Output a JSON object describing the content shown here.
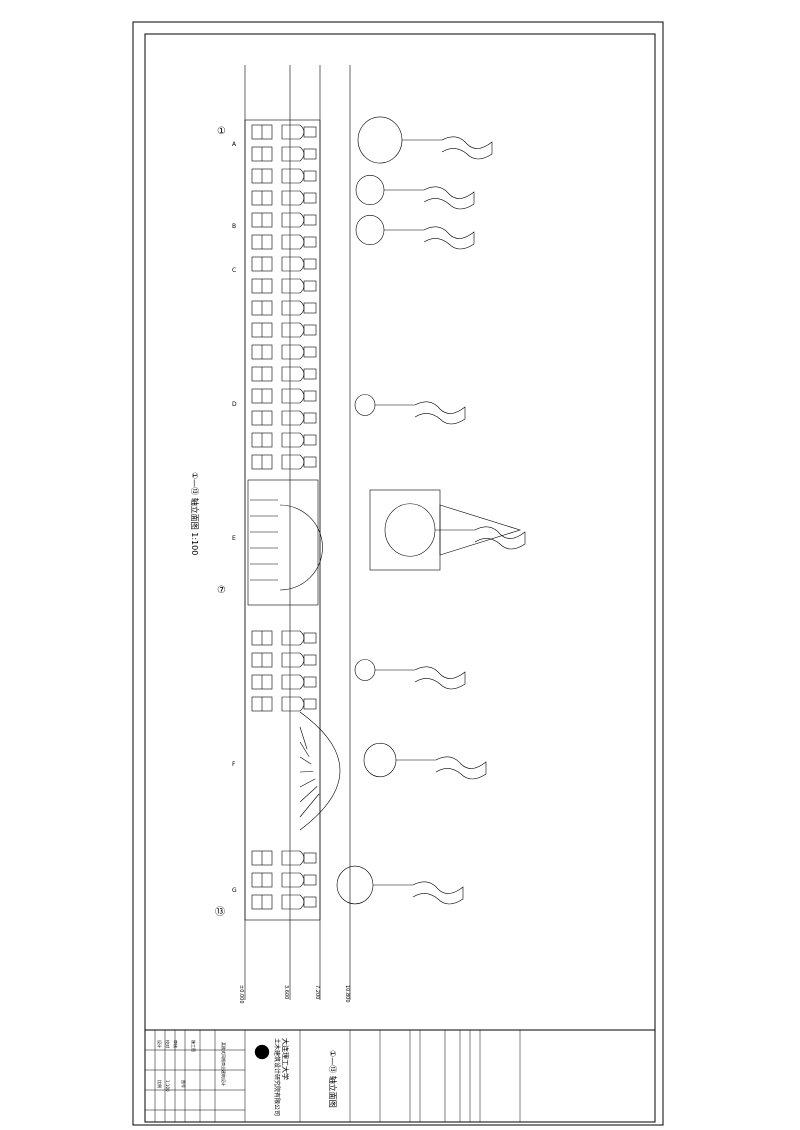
{
  "drawing": {
    "title": "①—⑬ 轴立面图 1:100",
    "axis_start": "①",
    "axis_end": "⑬",
    "axis_mid": "⑦",
    "section_labels": [
      "A",
      "B",
      "C",
      "D",
      "E",
      "F",
      "G"
    ],
    "levels": [
      "±0.000",
      "3.600",
      "7.200",
      "10.800"
    ]
  },
  "title_block": {
    "university": "大连理工大学",
    "company": "土木建筑设计研究院有限公司",
    "sheet_title": "①—⑬ 轴立面图",
    "project": "某欧式风格商业建筑设计",
    "stage": "施工图",
    "label_design": "设计",
    "label_check": "校对",
    "label_approve": "审核",
    "label_drawing_no": "图号",
    "label_scale": "比例",
    "scale": "1:100"
  }
}
